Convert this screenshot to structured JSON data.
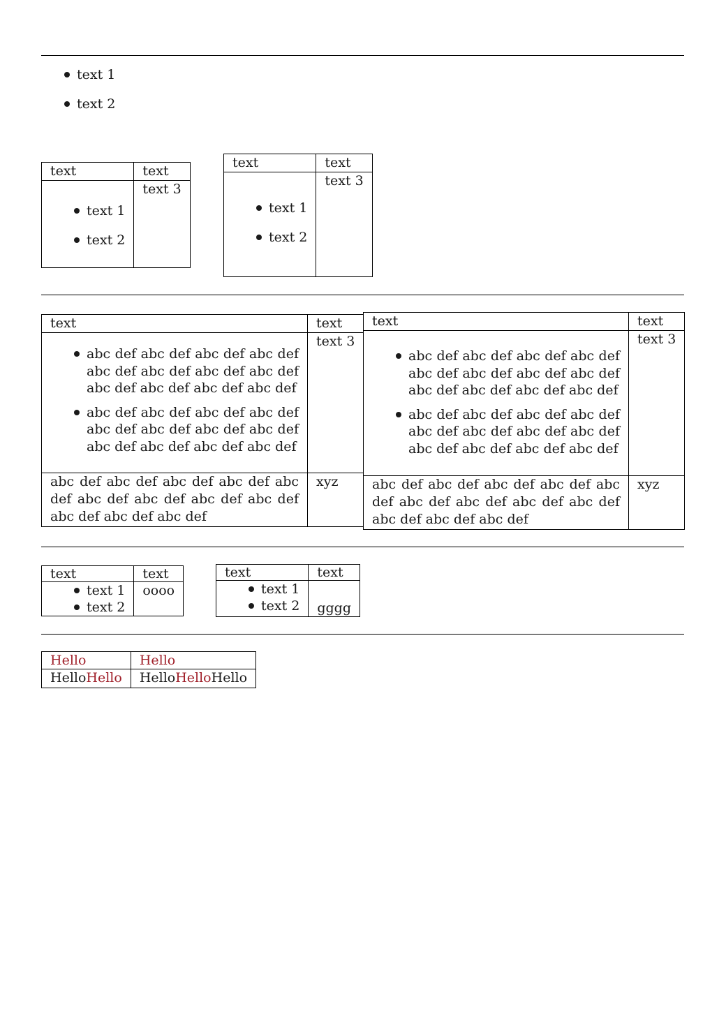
{
  "section1": {
    "items": [
      "text 1",
      "text 2"
    ]
  },
  "section2": {
    "tables": [
      {
        "headers": [
          "text",
          "text"
        ],
        "items": [
          "text 1",
          "text 2"
        ],
        "side": "text 3"
      },
      {
        "headers": [
          "text",
          "text"
        ],
        "items": [
          "text 1",
          "text 2"
        ],
        "side": "text 3"
      }
    ]
  },
  "section3": {
    "tables": [
      {
        "headers": [
          "text",
          "text"
        ],
        "items": [
          "abc def abc def abc def abc def abc def abc def abc def abc def abc def abc def abc def abc def",
          "abc def abc def abc def abc def abc def abc def abc def abc def abc def abc def abc def abc def"
        ],
        "side": "text 3",
        "bottom": "abc def abc def abc def abc def abc def abc def abc def abc def abc def abc def abc def abc def",
        "bottom_side": "xyz"
      },
      {
        "headers": [
          "text",
          "text"
        ],
        "items": [
          "abc def abc def abc def abc def abc def abc def abc def abc def abc def abc def abc def abc def",
          "abc def abc def abc def abc def abc def abc def abc def abc def abc def abc def abc def abc def"
        ],
        "side": "text 3",
        "bottom": "abc def abc def abc def abc def abc def abc def abc def abc def abc def abc def abc def abc def",
        "bottom_side": "xyz"
      }
    ]
  },
  "section4": {
    "tables": [
      {
        "headers": [
          "text",
          "text"
        ],
        "items": [
          "text 1",
          "text 2"
        ],
        "side": "oooo"
      },
      {
        "headers": [
          "text",
          "text"
        ],
        "items": [
          "text 1",
          "text 2"
        ],
        "side": "gggg"
      }
    ]
  },
  "section5": {
    "row1": [
      "Hello",
      "Hello"
    ],
    "row2a": [
      "Hello",
      "Hello"
    ],
    "row2b": [
      "Hello",
      "Hello",
      "Hello"
    ],
    "accent_color": "#a0202a"
  }
}
